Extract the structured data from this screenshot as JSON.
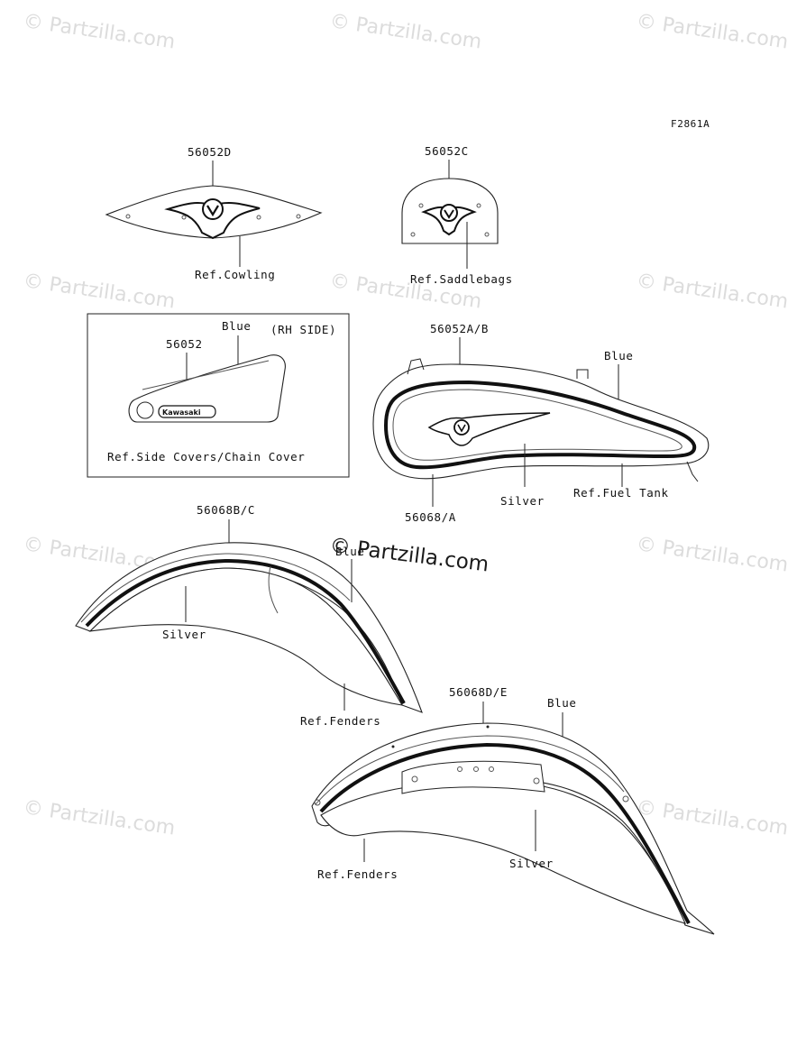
{
  "figure_code": "F2861A",
  "watermark": "© Partzilla.com",
  "main_watermark": "© Partzilla.com",
  "parts": {
    "cowling_emblem": {
      "part_no": "56052D",
      "ref": "Ref.Cowling"
    },
    "saddlebag_emblem": {
      "part_no": "56052C",
      "ref": "Ref.Saddlebags"
    },
    "side_cover": {
      "part_no": "56052",
      "color": "Blue",
      "side": "(RH SIDE)",
      "ref": "Ref.Side Covers/Chain Cover",
      "badge_text": "Kawasaki"
    },
    "fuel_tank": {
      "part_no_emblem": "56052A/B",
      "part_no_stripe": "56068/A",
      "color_top": "Blue",
      "color_mid": "Silver",
      "ref": "Ref.Fuel Tank"
    },
    "front_fender": {
      "part_no": "56068B/C",
      "color_top": "Blue",
      "color_mid": "Silver",
      "ref": "Ref.Fenders"
    },
    "rear_fender": {
      "part_no": "56068D/E",
      "color_top": "Blue",
      "color_mid": "Silver",
      "ref": "Ref.Fenders"
    }
  }
}
